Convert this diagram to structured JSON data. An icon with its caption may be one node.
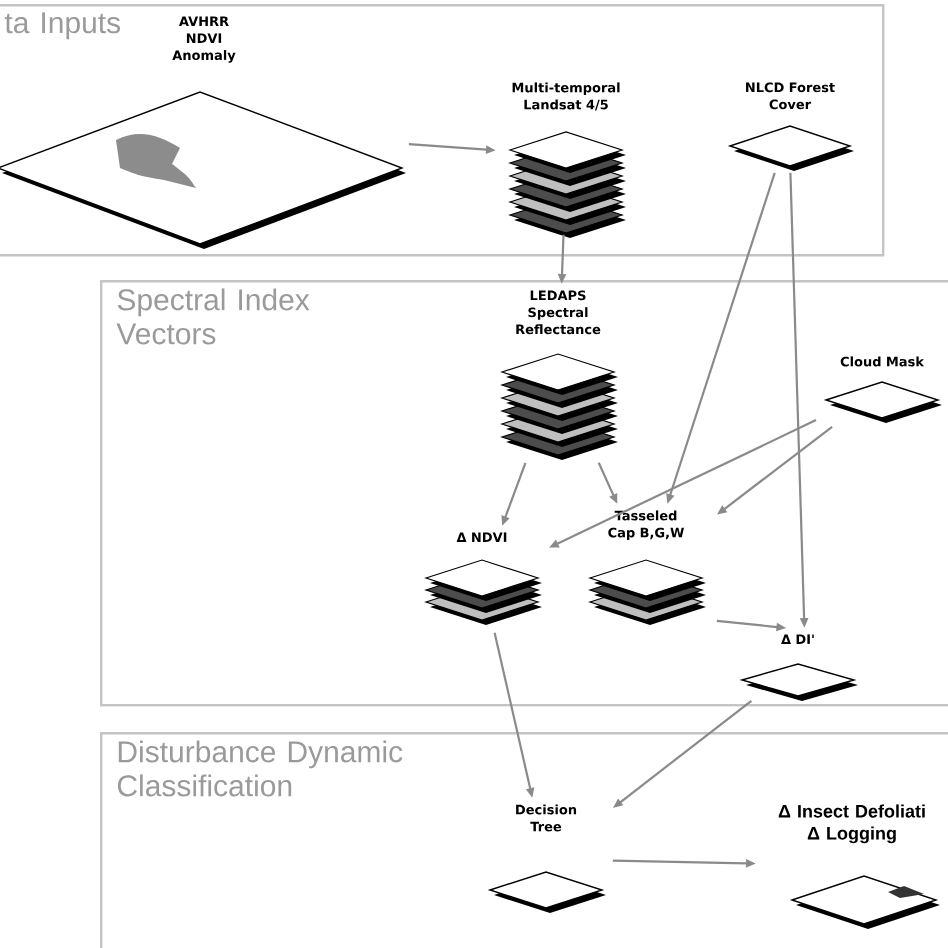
{
  "diagram": {
    "nodes": [
      {
        "text": [
          "ta Inputs"
        ]
      },
      {
        "text": [
          "AVHRR NDVI Anomaly"
        ],
        "in": 0
      },
      {
        "text": [
          "Multi-temporal Landsat 4/5"
        ],
        "in": 0
      },
      {
        "text": [
          "NLCD Forest Cover"
        ],
        "in": 0
      },
      {
        "text": [
          "Spectral Index Vectors"
        ]
      },
      {
        "text": [
          "LEDAPS Spectral Reflectance"
        ],
        "in": 4
      },
      {
        "text": [
          "Cloud Mask"
        ],
        "in": 4
      },
      {
        "text": [
          "Δ NDVI"
        ],
        "in": 4
      },
      {
        "text": [
          "Tasseled Cap B,G,W"
        ],
        "in": 4
      },
      {
        "text": [
          "Δ DI'"
        ],
        "in": 4
      },
      {
        "text": [
          "Disturbance Dynamic Classification"
        ]
      },
      {
        "text": [
          "Decision Tree"
        ],
        "in": 10
      },
      {
        "text": [
          "Δ Insect Defoliati Δ Logging"
        ],
        "in": 10
      }
    ],
    "edges": [
      {
        "from": 1,
        "to": 2,
        "arrow": "to"
      },
      {
        "from": 2,
        "to": 5,
        "arrow": "to"
      },
      {
        "from": 3,
        "to": 8,
        "arrow": "to"
      },
      {
        "from": 3,
        "to": 9,
        "arrow": "to"
      },
      {
        "from": 5,
        "to": 7,
        "arrow": "to"
      },
      {
        "from": 5,
        "to": 8,
        "arrow": "to"
      },
      {
        "from": 6,
        "to": 7,
        "arrow": "to"
      },
      {
        "from": 6,
        "to": 8,
        "arrow": "to"
      },
      {
        "from": 8,
        "to": 9,
        "arrow": "to"
      },
      {
        "from": 7,
        "to": 11,
        "arrow": "to"
      },
      {
        "from": 9,
        "to": 11,
        "arrow": "to"
      },
      {
        "from": 11,
        "to": 12,
        "arrow": "to"
      }
    ]
  }
}
